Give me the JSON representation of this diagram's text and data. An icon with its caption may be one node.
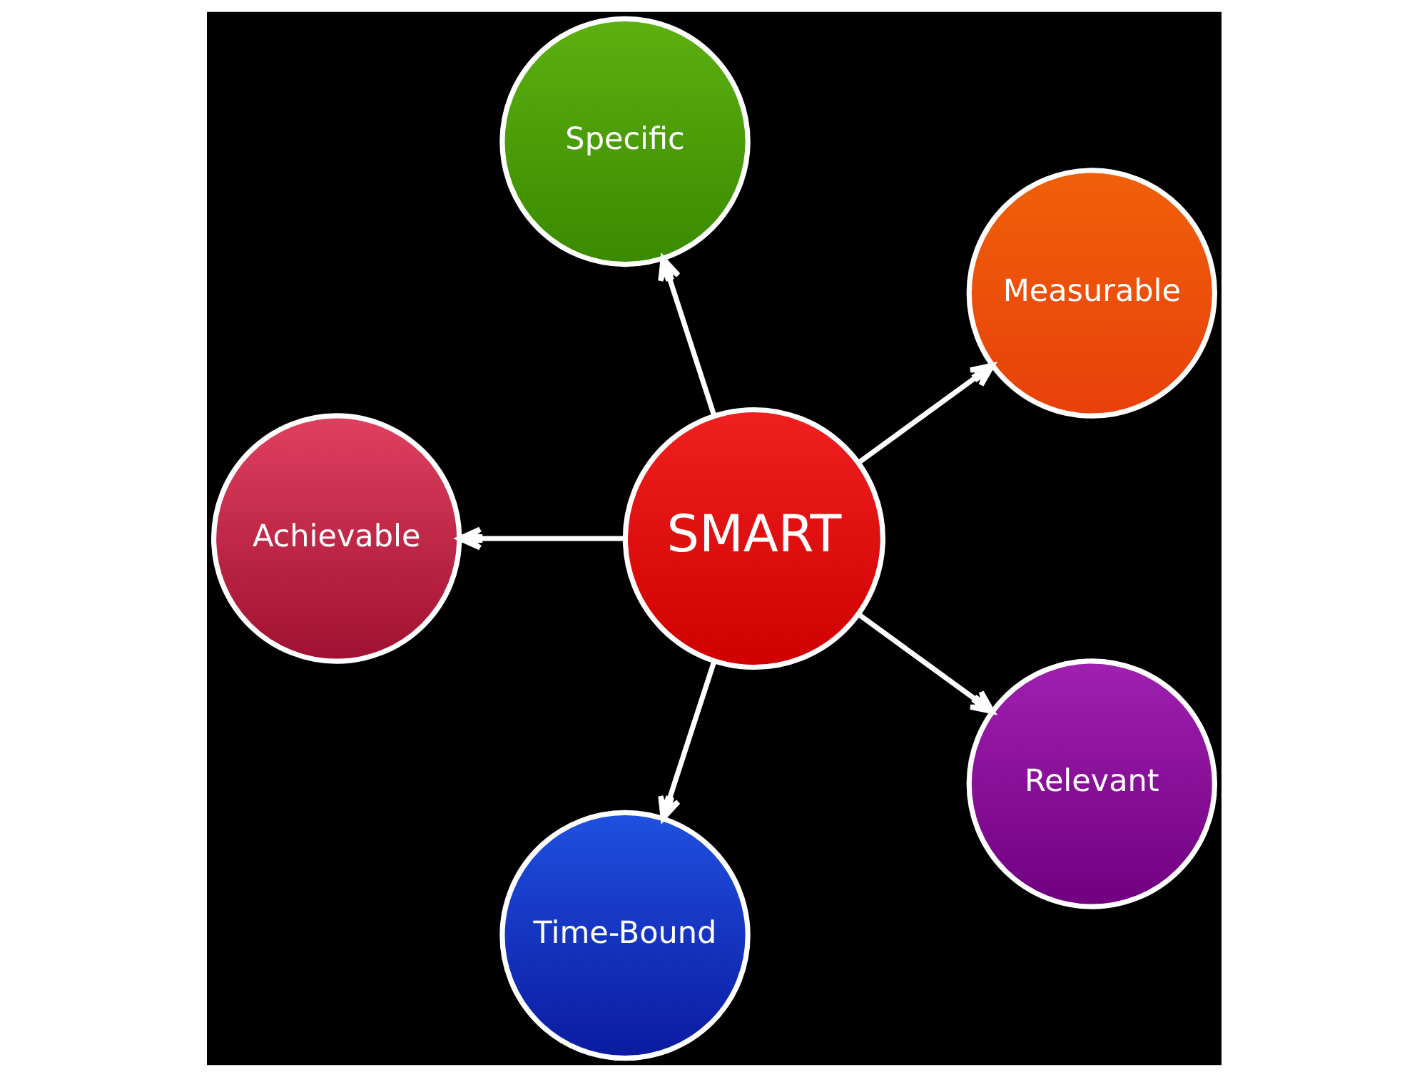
{
  "diagram": {
    "nodes": [
      {
        "text": [
          "Measurable"
        ]
      },
      {
        "text": [
          "Specific"
        ]
      },
      {
        "text": [
          "SMART"
        ]
      },
      {
        "text": [
          "Achievable"
        ]
      },
      {
        "text": [
          "Time-Bound"
        ]
      },
      {
        "text": [
          "Relevant"
        ]
      }
    ],
    "edges": [
      {
        "from": 2,
        "to": 0,
        "arrow": "to"
      },
      {
        "from": 2,
        "to": 1,
        "arrow": "to"
      },
      {
        "from": 2,
        "to": 3,
        "arrow": "to"
      },
      {
        "from": 2,
        "to": 4,
        "arrow": "to"
      },
      {
        "from": 2,
        "to": 5,
        "arrow": "to"
      }
    ]
  }
}
